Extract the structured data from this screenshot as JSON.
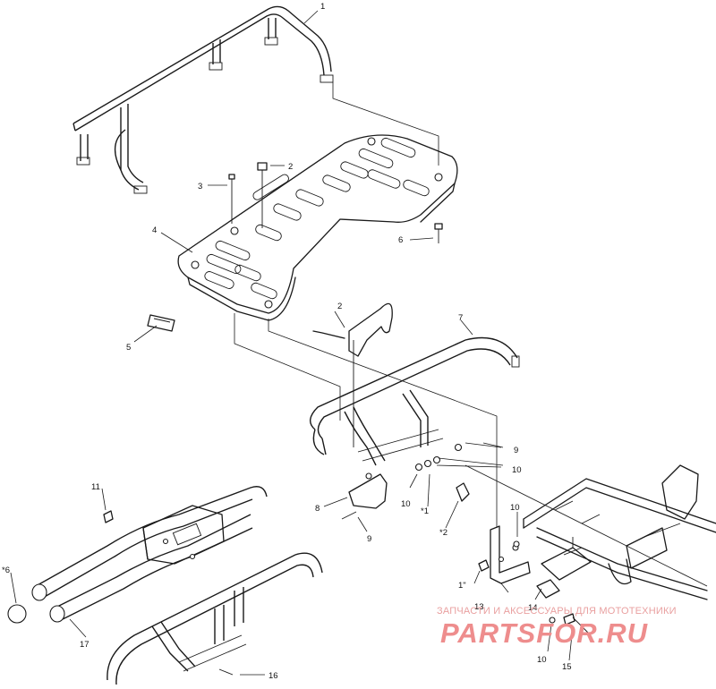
{
  "callouts": {
    "c1": "1",
    "c2a": "2",
    "c2b": "2",
    "c3": "3",
    "c4": "4",
    "c5": "5",
    "c6": "6",
    "c7": "7",
    "c8": "8",
    "c9a": "9",
    "c9b": "9",
    "c10a": "10",
    "c10b": "10",
    "c10c": "10",
    "c10d": "10",
    "c11a": "11",
    "c11b": "1\"",
    "c12": "*2",
    "c13": "13",
    "c14": "14",
    "c15": "15",
    "c16": "16",
    "c17": "17",
    "c18": "*6",
    "c19": "*1"
  },
  "watermark": {
    "caption": "ЗАПЧАСТИ И АКСЕССУАРЫ ДЛЯ МОТОТЕХНИКИ",
    "logo": "PARTSFOR.RU"
  },
  "colors": {
    "line": "#1a1a1a",
    "watermark": "#ee8d8d"
  }
}
